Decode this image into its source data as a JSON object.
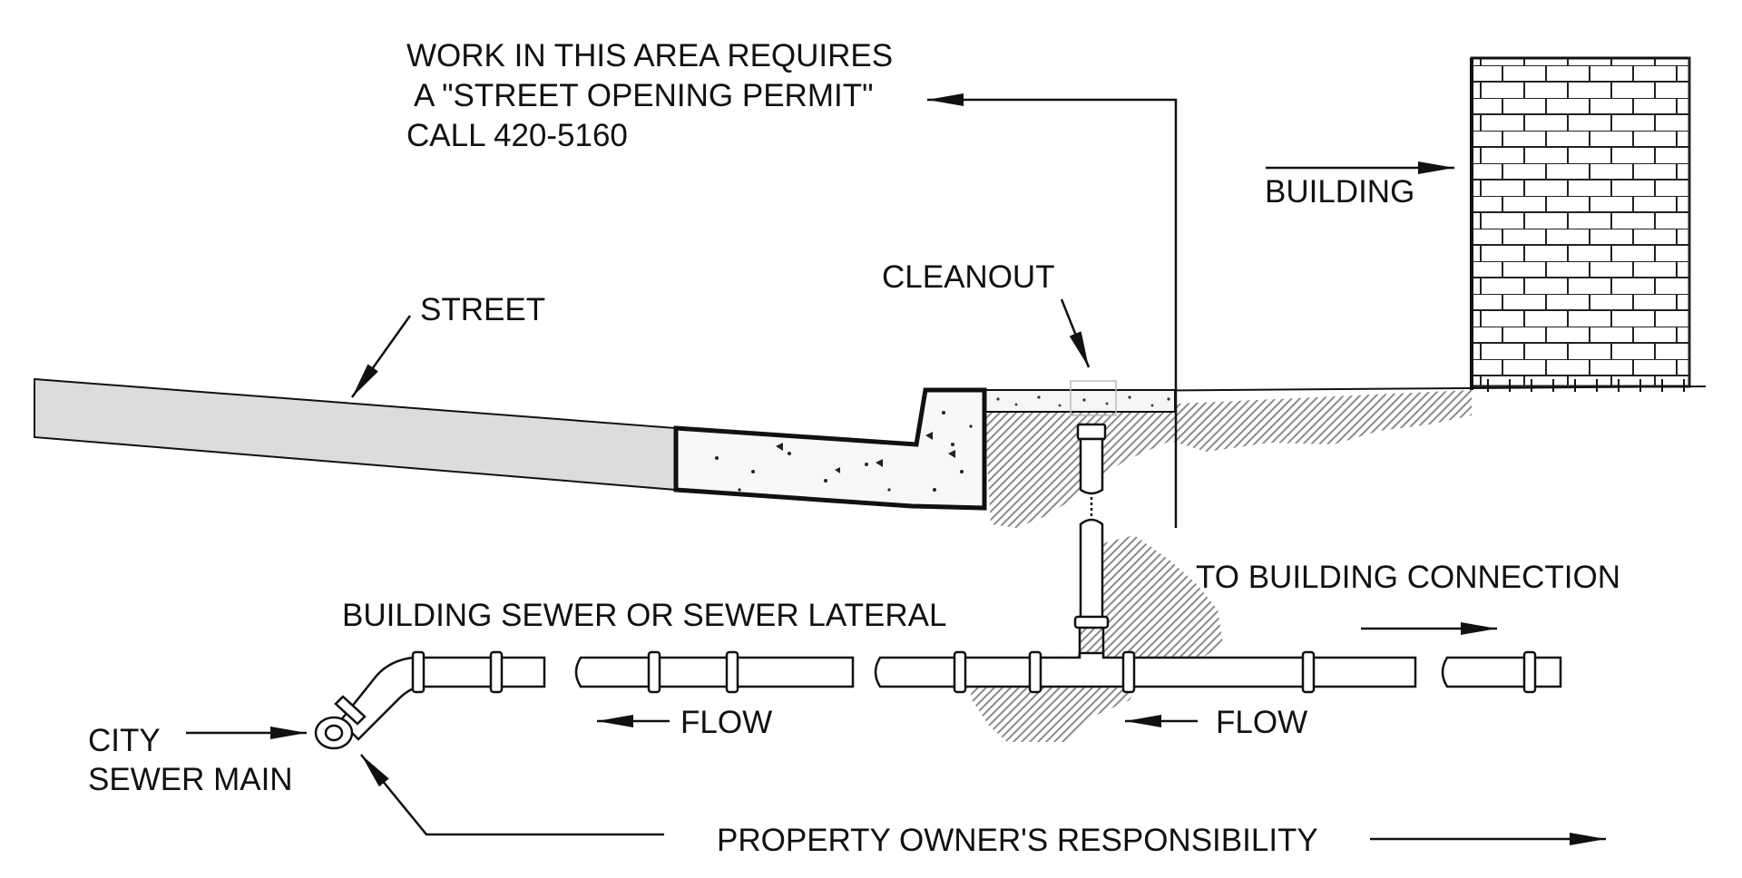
{
  "permit_note": {
    "line1": "WORK IN THIS AREA REQUIRES",
    "line2": "A \"STREET OPENING PERMIT\"",
    "line3": "CALL 420-5160"
  },
  "labels": {
    "building": "BUILDING",
    "street": "STREET",
    "cleanout": "CLEANOUT",
    "to_building_connection": "TO BUILDING CONNECTION",
    "building_sewer": "BUILDING SEWER OR SEWER LATERAL",
    "flow_left": "FLOW",
    "flow_right": "FLOW",
    "city": "CITY",
    "sewer_main": "SEWER MAIN",
    "responsibility": "PROPERTY OWNER'S RESPONSIBILITY"
  }
}
